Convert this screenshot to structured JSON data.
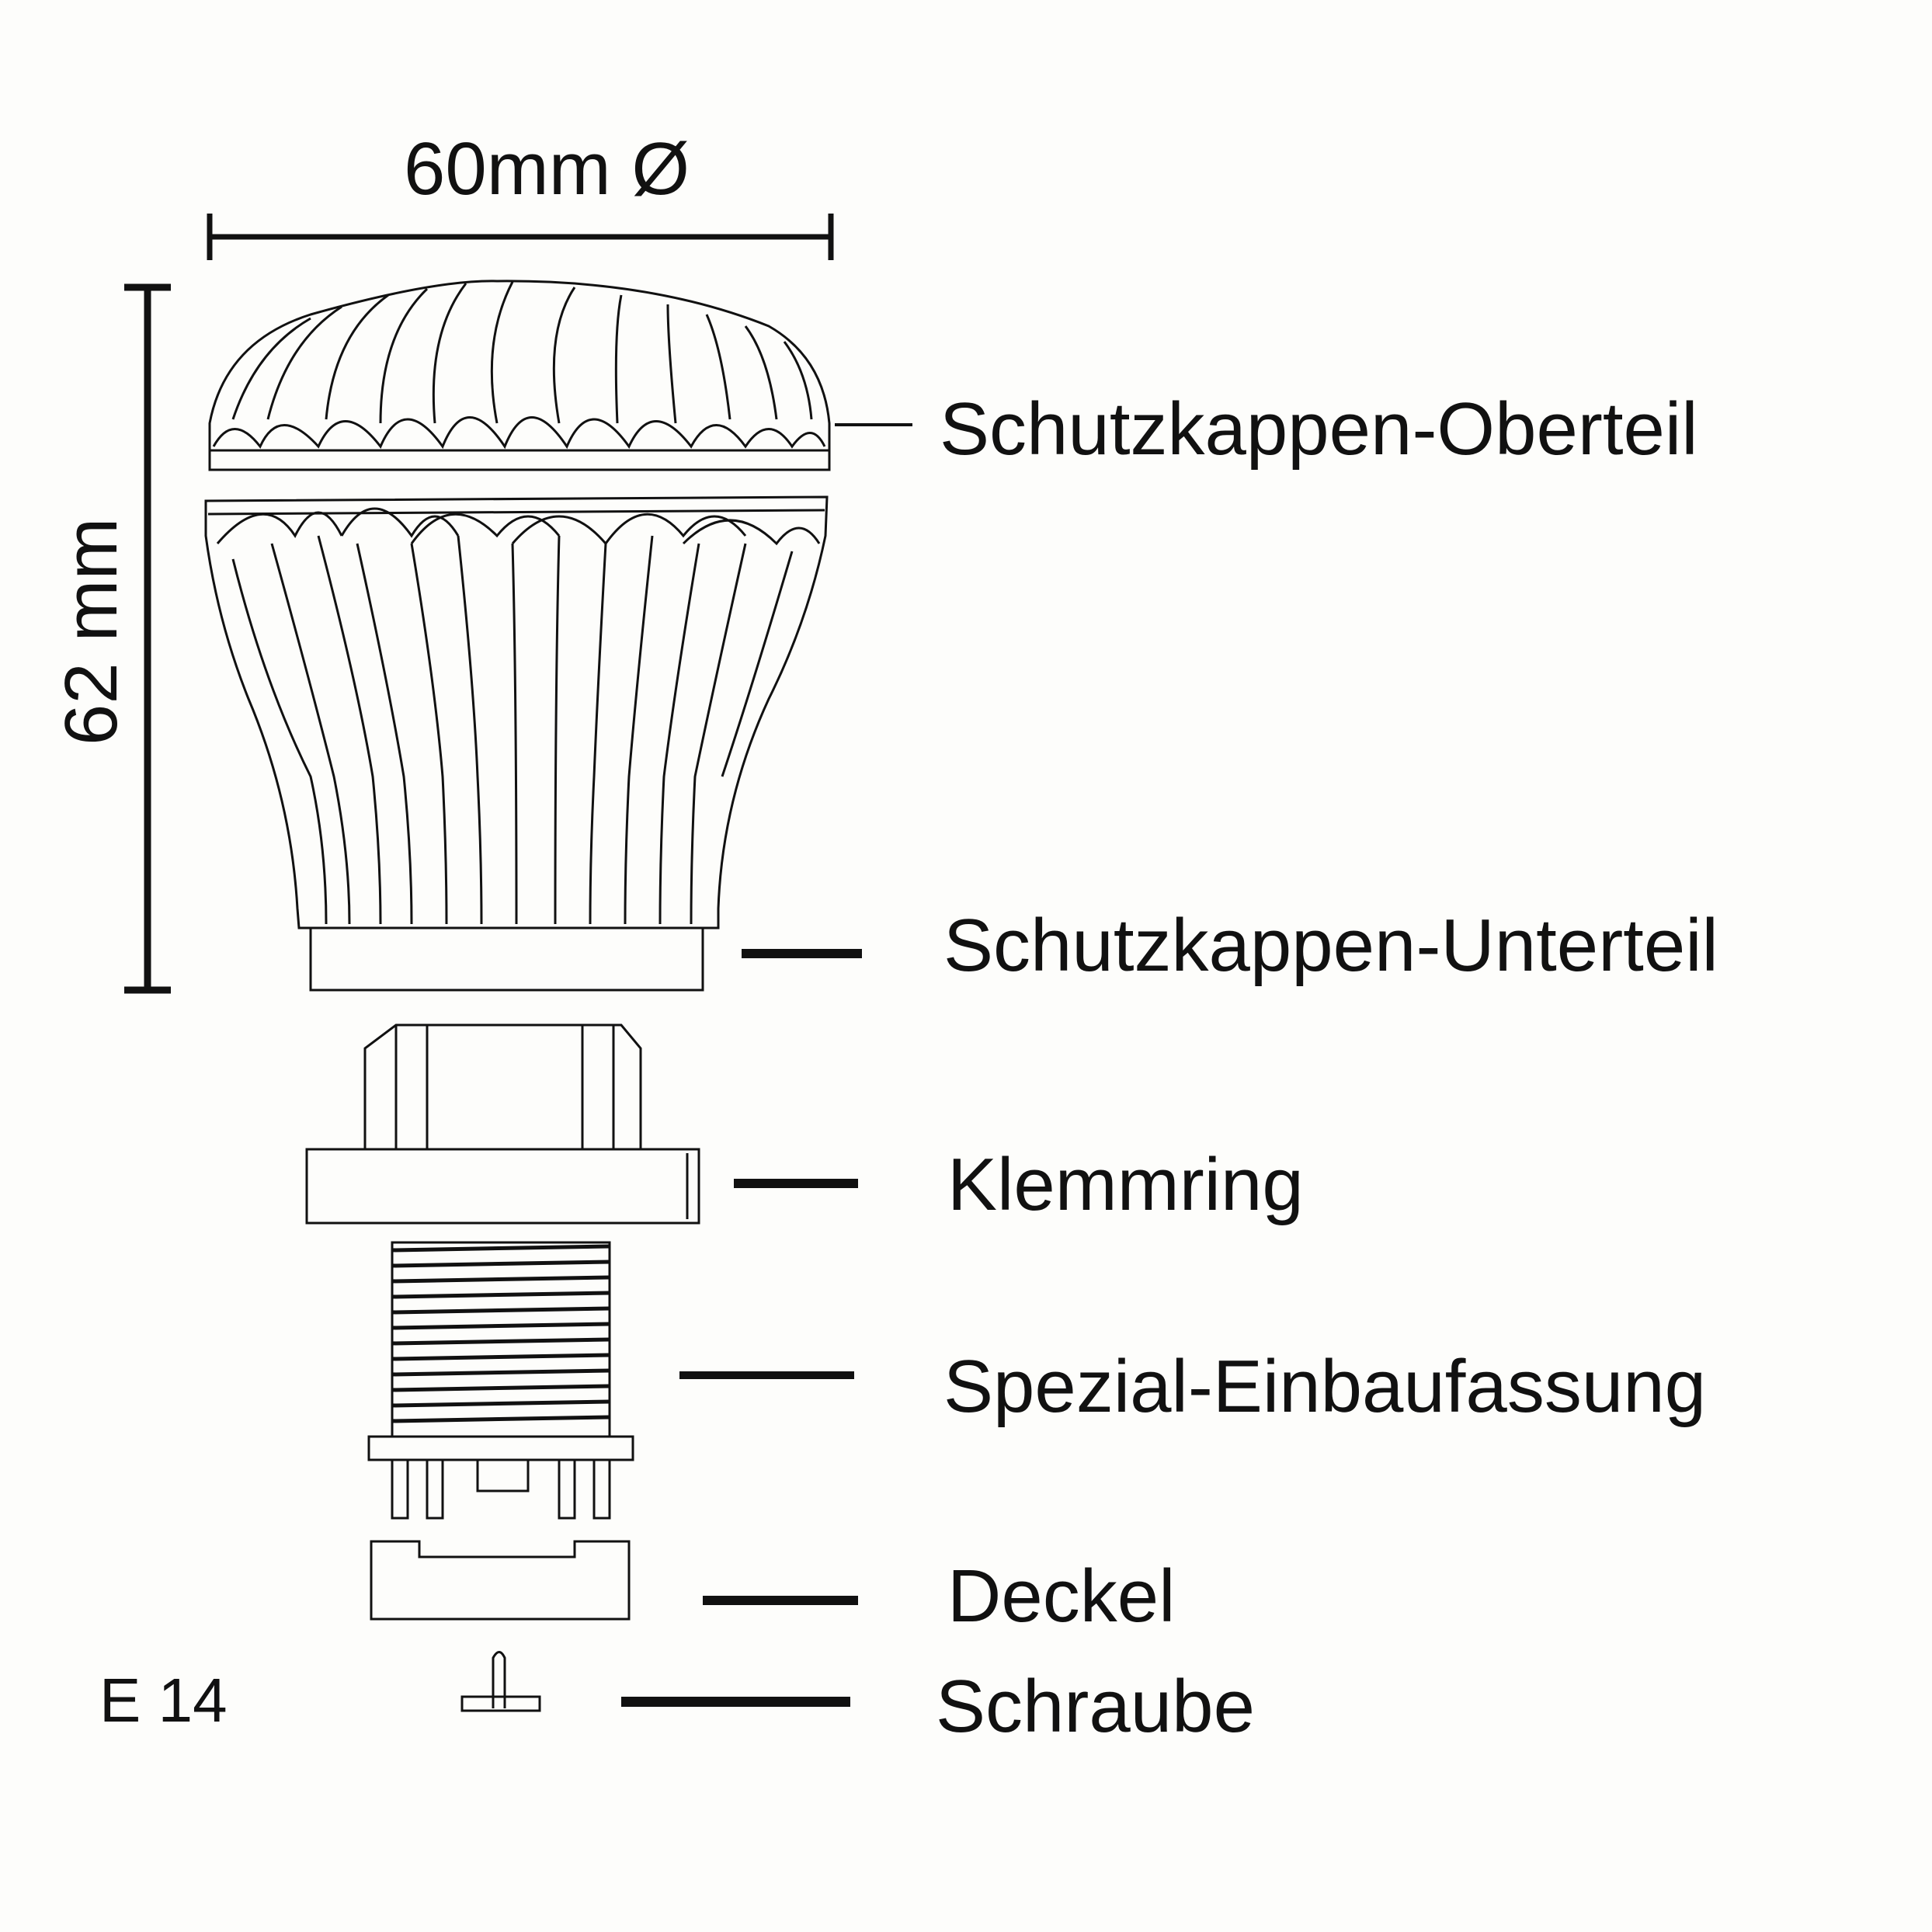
{
  "dimensions": {
    "width_label": "60mm Ø",
    "height_label": "62 mm"
  },
  "socket_type": "E 14",
  "parts": [
    {
      "id": "schutzkappen-oberteil",
      "label": "Schutzkappen-Oberteil"
    },
    {
      "id": "schutzkappen-unterteil",
      "label": "Schutzkappen-Unterteil"
    },
    {
      "id": "klemmring",
      "label": "Klemmring"
    },
    {
      "id": "spezial-einbaufassung",
      "label": "Spezial-Einbaufassung"
    },
    {
      "id": "deckel",
      "label": "Deckel"
    },
    {
      "id": "schraube",
      "label": "Schraube"
    }
  ]
}
